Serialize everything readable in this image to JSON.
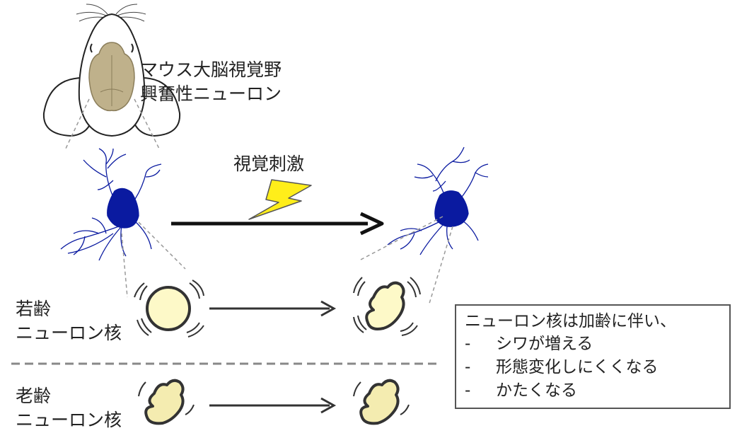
{
  "mouse_label": {
    "line1": "マウス大脳視覚野",
    "line2": "興奮性ニューロン"
  },
  "stimulus_label": "視覚刺激",
  "young_label": {
    "line1": "若齢",
    "line2": "ニューロン核"
  },
  "aged_label": {
    "line1": "老齢",
    "line2": "ニューロン核"
  },
  "summary": {
    "title": "ニューロン核は加齢に伴い、",
    "items": [
      {
        "dash": "-",
        "text": "シワが増える"
      },
      {
        "dash": "-",
        "text": "形態変化しにくくなる"
      },
      {
        "dash": "-",
        "text": "かたくなる"
      }
    ]
  },
  "colors": {
    "neuron": "#0a1aa0",
    "nucleus_fill": "#fdf9c8",
    "brain_fill": "#bfb18b",
    "bolt": "#ffee1a",
    "arrow": "#111111",
    "divider": "#888888"
  }
}
